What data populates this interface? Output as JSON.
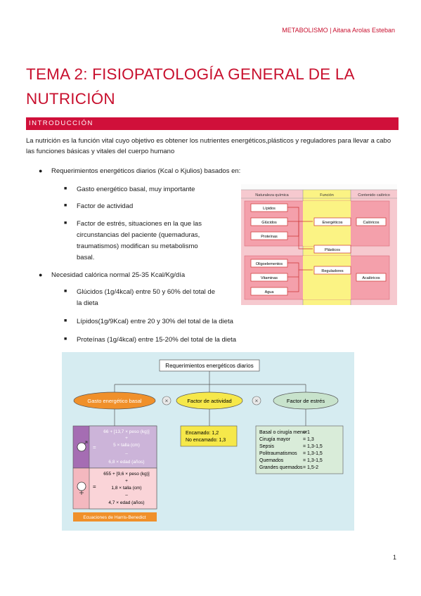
{
  "header": "METABOLISMO | Aitana Arolas Esteban",
  "title": "TEMA 2: FISIOPATOLOGÍA GENERAL DE LA NUTRICIÓN",
  "section": "INTRODUCCIÓN",
  "intro": "La nutrición es la función vital cuyo objetivo es obtener los nutrientes energéticos,plásticos y reguladores para llevar a cabo las funciones básicas y vitales del cuerpo humano",
  "bullets": {
    "b1": "Requerimientos energéticos diarios (Kcal o Kjulios) basados en:",
    "b1a": "Gasto energético basal, muy importante",
    "b1b": "Factor de actividad",
    "b1c_l1": "Factor de estrés, situaciones en la que las",
    "b1c_l2": "circunstancias del paciente (quemaduras,",
    "b1c_l3": "traumatismos) modifican su metabolismo",
    "b1c_l4": "basal.",
    "b2": "Necesidad calórica normal 25-35 Kcal/Kg/día",
    "b2a_l1": "Glúcidos (1g/4kcal) entre 50 y 60% del total de",
    "b2a_l2": "la dieta",
    "b2b": "Lípidos(1g/9Kcal) entre 20 y 30% del total de la dieta",
    "b2c": "Proteínas (1g/4kcal) entre 15-20% del total de la dieta"
  },
  "fig1": {
    "col1": "Naturaleza química",
    "col2": "Función",
    "col3": "Contenido calórico",
    "lipidos": "Lípidos",
    "glucidos": "Glúcidos",
    "proteinas": "Proteínas",
    "oligo": "Oligoelementos",
    "vitaminas": "Vitaminas",
    "agua": "Agua",
    "energeticos": "Energéticos",
    "plasticos": "Plásticos",
    "reguladores": "Reguladores",
    "caloricos": "Calóricos",
    "acaloricos": "Acalóricos"
  },
  "fig2": {
    "top": "Requerimientos energéticos diarios",
    "geb": "Gasto energético basal",
    "fa": "Factor de actividad",
    "fe": "Factor de estrés",
    "times": "×",
    "eq": "=",
    "m1": "66 + [13,7 × peso (kg)]",
    "m2": "5 × talla (cm)",
    "m3": "6,8 × edad (años)",
    "f1": "655 + [9,6 × peso (kg)]",
    "f2": "1,8 × talla (cm)",
    "f3": "4,7 × edad (años)",
    "plus": "+",
    "minus": "–",
    "act1": "Encamado: 1,2",
    "act2": "No encamado: 1,3",
    "s1n": "Basal o cirugía menor",
    "s1v": "= 1",
    "s2n": "Cirugía mayor",
    "s2v": "= 1,3",
    "s3n": "Sepsis",
    "s3v": "= 1,3-1,5",
    "s4n": "Politraumatismos",
    "s4v": "= 1,3-1,5",
    "s5n": "Quemados",
    "s5v": "= 1,3-1,5",
    "s6n": "Grandes quemados",
    "s6v": "= 1,5-2",
    "hb": "Ecuaciones de Harris-Benedict"
  },
  "page_number": "1"
}
